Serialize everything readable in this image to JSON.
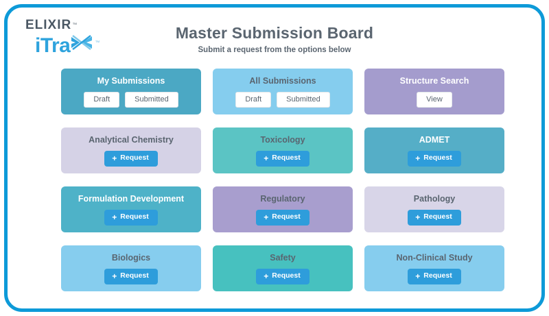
{
  "frame": {
    "border_color": "#0d9ad8"
  },
  "logo": {
    "top_text": "ELIXIR",
    "top_tm": "™",
    "bottom_text_a": "iTra",
    "bottom_tm": "™",
    "top_color": "#4a5763",
    "bottom_color": "#2ea3dd"
  },
  "header": {
    "title": "Master Submission Board",
    "subtitle": "Submit a request from the options below"
  },
  "labels": {
    "draft": "Draft",
    "submitted": "Submitted",
    "view": "View",
    "request": "Request",
    "plus_icon": "+"
  },
  "cards": [
    {
      "name": "my-submissions",
      "title": "My Submissions",
      "bg": "#4ba8c4",
      "title_color": "#ffffff",
      "actions": [
        "Draft",
        "Submitted"
      ],
      "action_style": "white"
    },
    {
      "name": "all-submissions",
      "title": "All Submissions",
      "bg": "#85cdee",
      "title_color": "#5a6570",
      "actions": [
        "Draft",
        "Submitted"
      ],
      "action_style": "white"
    },
    {
      "name": "structure-search",
      "title": "Structure Search",
      "bg": "#a49ccd",
      "title_color": "#ffffff",
      "actions": [
        "View"
      ],
      "action_style": "white"
    },
    {
      "name": "analytical-chemistry",
      "title": "Analytical Chemistry",
      "bg": "#d5d2e6",
      "title_color": "#5a6570",
      "actions": [
        "Request"
      ],
      "action_style": "request"
    },
    {
      "name": "toxicology",
      "title": "Toxicology",
      "bg": "#5bc4c4",
      "title_color": "#5a6570",
      "actions": [
        "Request"
      ],
      "action_style": "request"
    },
    {
      "name": "admet",
      "title": "ADMET",
      "bg": "#55aec7",
      "title_color": "#ffffff",
      "actions": [
        "Request"
      ],
      "action_style": "request"
    },
    {
      "name": "formulation-development",
      "title": "Formulation Development",
      "bg": "#4eb2c8",
      "title_color": "#ffffff",
      "actions": [
        "Request"
      ],
      "action_style": "request"
    },
    {
      "name": "regulatory",
      "title": "Regulatory",
      "bg": "#a89ece",
      "title_color": "#5a6570",
      "actions": [
        "Request"
      ],
      "action_style": "request"
    },
    {
      "name": "pathology",
      "title": "Pathology",
      "bg": "#d8d5e8",
      "title_color": "#5a6570",
      "actions": [
        "Request"
      ],
      "action_style": "request"
    },
    {
      "name": "biologics",
      "title": "Biologics",
      "bg": "#86cdee",
      "title_color": "#5a6570",
      "actions": [
        "Request"
      ],
      "action_style": "request"
    },
    {
      "name": "safety",
      "title": "Safety",
      "bg": "#47c1bf",
      "title_color": "#5a6570",
      "actions": [
        "Request"
      ],
      "action_style": "request"
    },
    {
      "name": "non-clinical-study",
      "title": "Non-Clinical Study",
      "bg": "#86cdee",
      "title_color": "#5a6570",
      "actions": [
        "Request"
      ],
      "action_style": "request"
    }
  ]
}
